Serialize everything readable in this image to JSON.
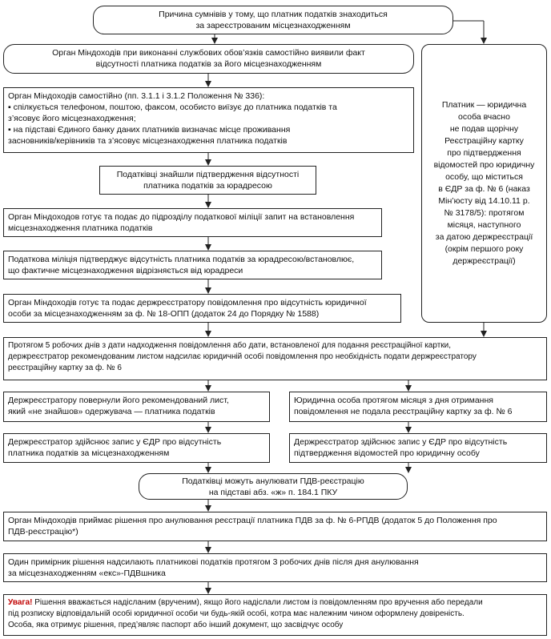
{
  "boxes": {
    "b1": [
      "Причина сумнівів у тому, що платник податків знаходиться",
      "за зареєстрованим місцезнаходженням"
    ],
    "b2": [
      "Орган Міндоходів при виконанні службових обов’язків самостійно виявили факт",
      "відсутності платника податків за його місцезнаходженням"
    ],
    "b3": [
      "Орган Міндоходів самостійно (пп. 3.1.1 і 3.1.2 Положення № 336):",
      "▪ спілкується телефоном, поштою, факсом, особисто виїзує до платника податків та",
      "з’ясовує його місцезнаходження;",
      "▪ на підставі Єдиного банку даних платників визначає місце проживання",
      "засновників/керівників та з’ясовує місцезнаходження платника податків"
    ],
    "b4": [
      "Податківці знайшли підтвердження відсутності",
      "платника податків за юрадресою"
    ],
    "b5": [
      "Орган Міндоходов готує та подає до підрозділу податкової міліції запит на встановлення",
      "місцезнаходження платника податків"
    ],
    "b6": [
      "Податкова міліція підтверджує відсутність платника податків за юрадресою/встановлює,",
      "що фактичне місцезнаходження відрізняється від юрадреси"
    ],
    "b7": [
      "Орган Міндоходів готує та подає держреєстратору повідомлення про відсутність юридичної",
      "особи за місцезнаходженням за ф. № 18-ОПП (додаток 24 до Порядку № 1588)"
    ],
    "side": [
      "Платник — юридична",
      "особа вчасно",
      "не подав щорічну",
      "Реєстраційну картку",
      "про підтвердження",
      "відомостей про юридичну",
      "особу, що міститься",
      "в ЄДР за ф. № 6 (наказ",
      "Мін’юсту від 14.10.11 р.",
      "№ 3178/5): протягом",
      "місяця, наступного",
      "за датою держреєстрації",
      "(окрім першого року",
      "держреєстрації)"
    ],
    "b8": [
      "Протягом 5 робочих днів з дати надходження повідомлення або дати, встановленої для подання реєстраційної картки,",
      "держреєстратор рекомендованим листом надсилає юридичній особі повідомлення про необхідність подати держреєстратору",
      "реєстраційну картку за ф. № 6"
    ],
    "b9": [
      "Держреєстратору повернули його рекомендований лист,",
      "який «не знайшов» одержувача — платника податків"
    ],
    "b10": [
      "Юридична особа протягом місяця з дня отримання",
      "повідомлення не подала реєстраційну картку за ф. № 6"
    ],
    "b11": [
      "Держреєстратор здійснює запис у ЄДР про відсутність",
      "платника податків за місцезнаходженням"
    ],
    "b12": [
      "Держреєстратор здійснює запис у ЄДР про відсутність",
      "підтвердження відомостей про юридичну особу"
    ],
    "b13": [
      "Податківці можуть анулювати ПДВ-реєстрацію",
      "на підставі абз. «ж» п. 184.1 ПКУ"
    ],
    "b14": [
      "Орган Міндоходів приймає рішення про анулювання реєстрації платника ПДВ за ф. № 6-РПДВ (додаток 5 до Положення про",
      "ПДВ-реєстрацію*)"
    ],
    "b15": [
      "Один примірник рішення надсилають платникові податків протягом 3 робочих днів після дня анулювання",
      "за місцезнаходженням «екс»-ПДВшника"
    ],
    "b16": {
      "label": "Увага!",
      "lines": [
        " Рішення вважається надісланим (врученим), якщо його надіслали листом із повідомленням про вручення або передали",
        "під розписку відповідальній особі юридичної особи чи будь-якій особі, котра має належним чином оформлену довіреність.",
        "Особа, яка отримує рішення, пред’являє паспорт або інший документ, що засвідчує особу"
      ]
    }
  }
}
